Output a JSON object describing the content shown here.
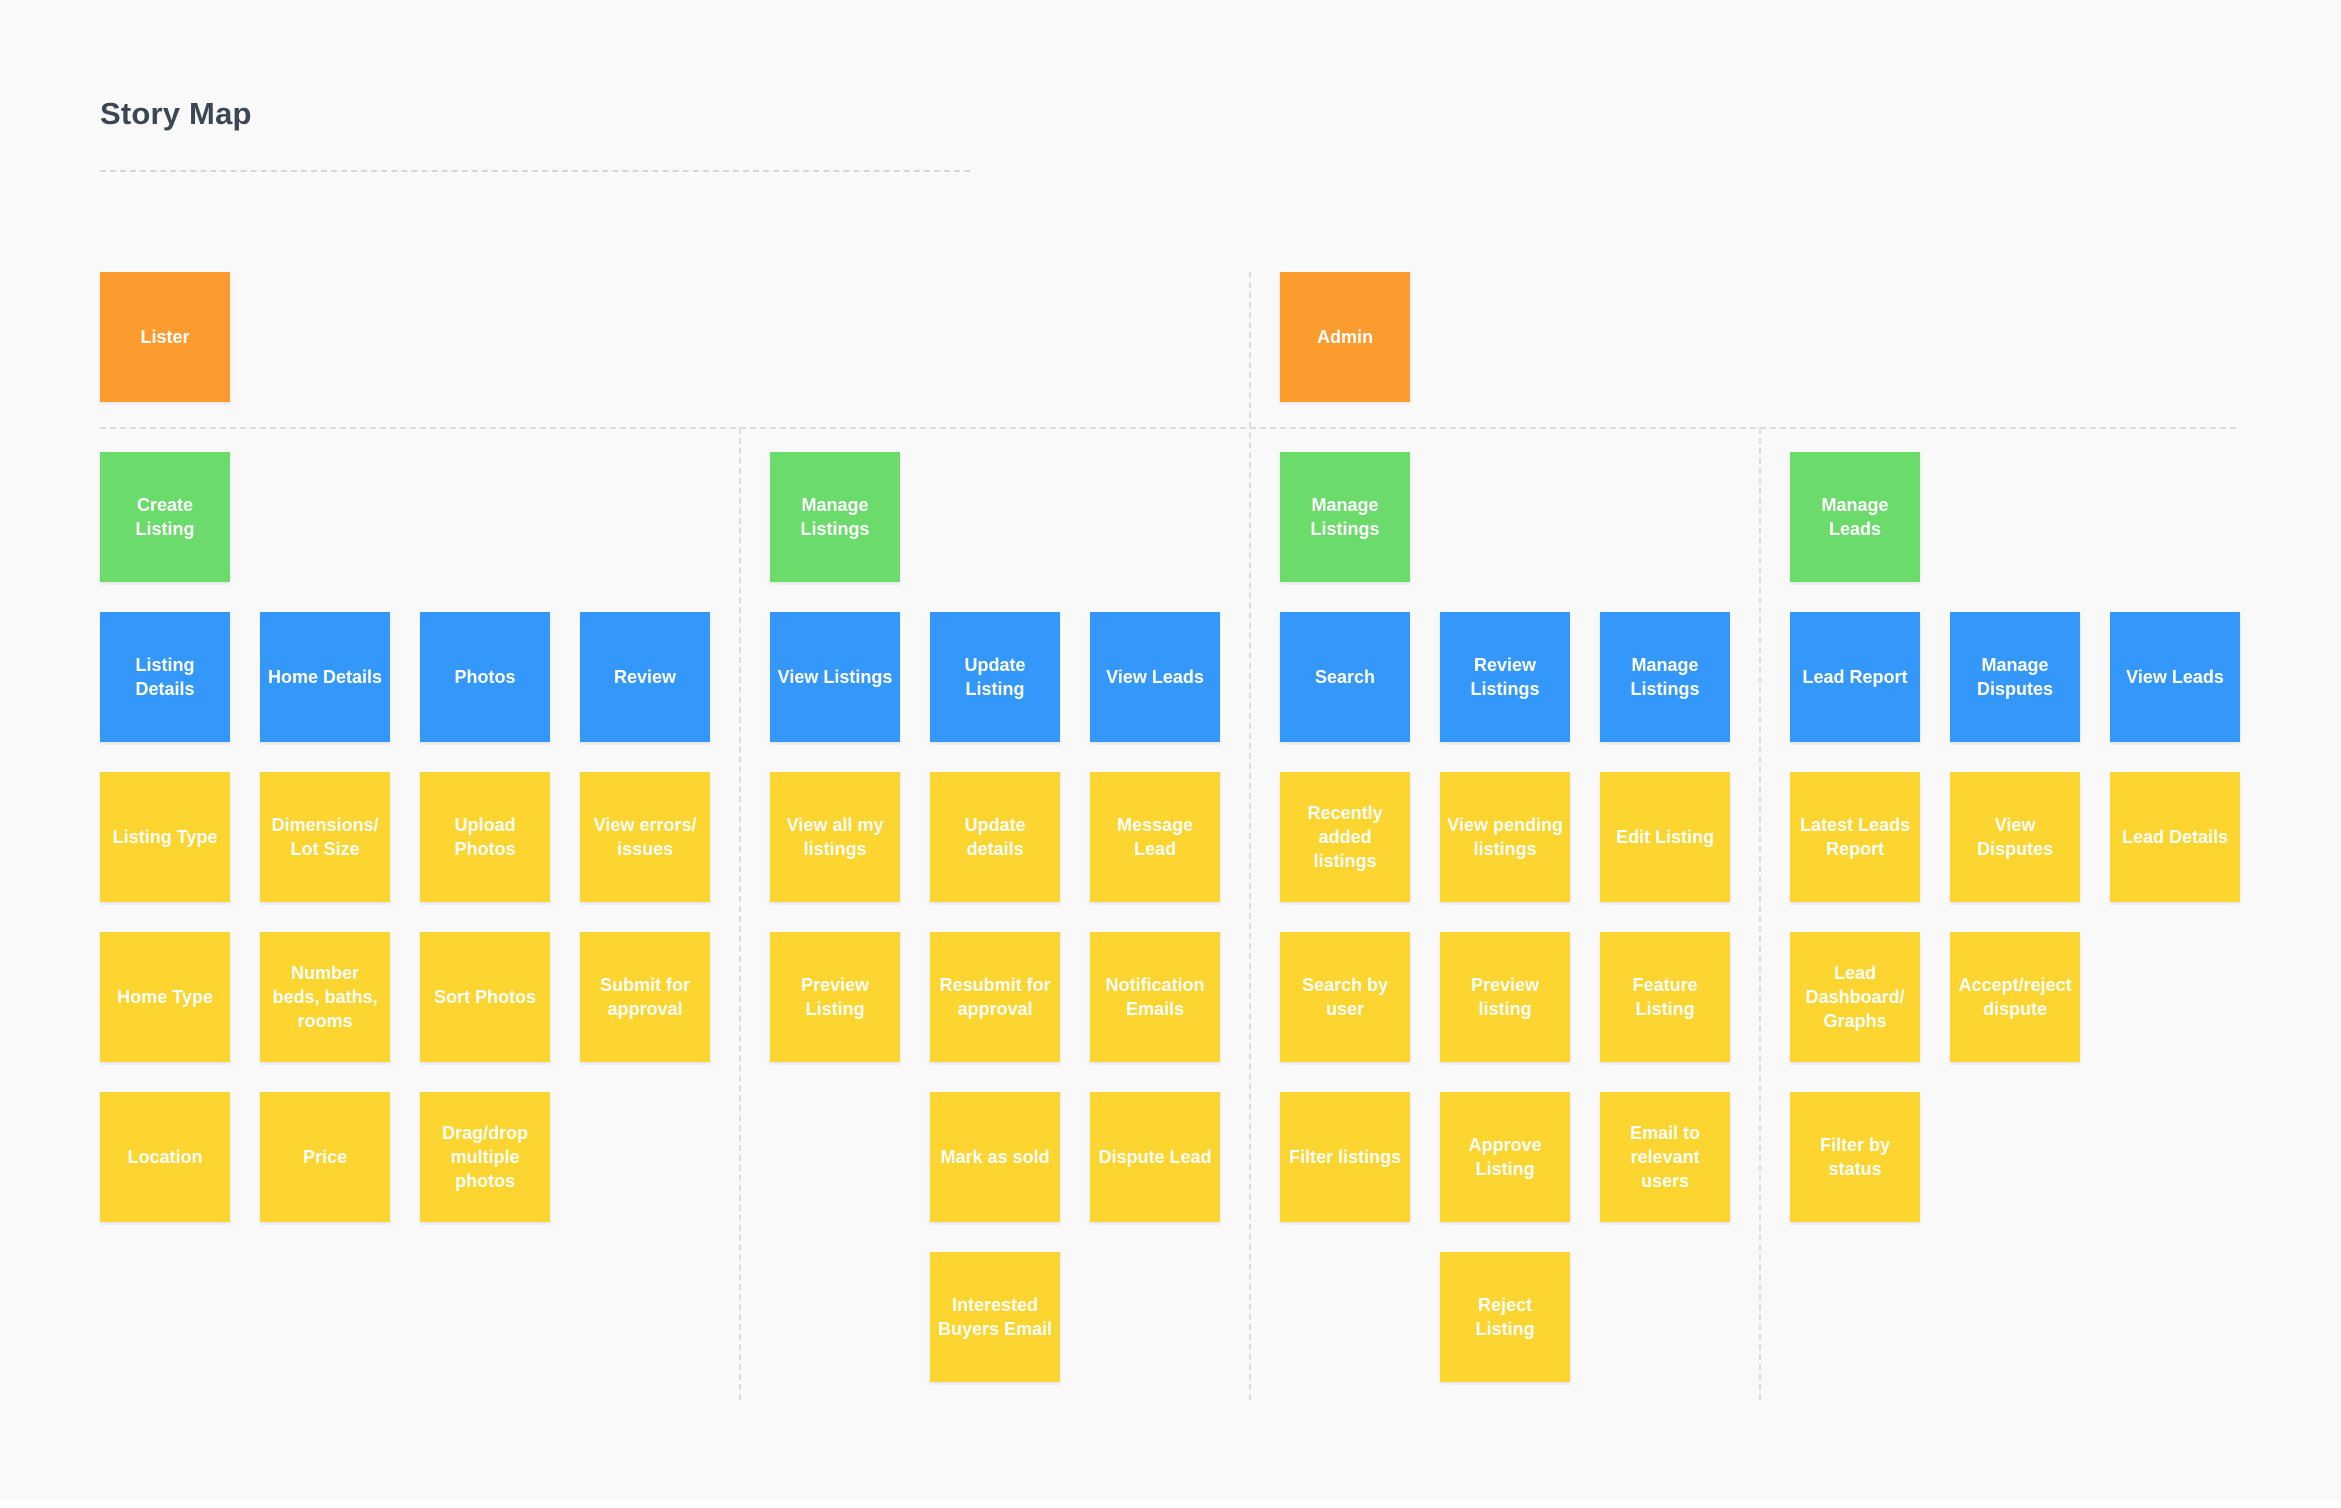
{
  "title": "Story Map",
  "colors": {
    "persona": "#fd9c2e",
    "activity": "#6bdc6b",
    "task": "#3498fb",
    "story": "#fdd530"
  },
  "personas": [
    {
      "label": "Lister"
    },
    {
      "label": "Admin"
    }
  ],
  "activities": [
    {
      "label": "Create Listing"
    },
    {
      "label": "Manage Listings"
    },
    {
      "label": "Manage Listings"
    },
    {
      "label": "Manage Leads"
    }
  ],
  "columns": [
    {
      "task": "Listing Details",
      "stories": [
        "Listing Type",
        "Home Type",
        "Location"
      ]
    },
    {
      "task": "Home Details",
      "stories": [
        "Dimensions/ Lot Size",
        "Number beds, baths, rooms",
        "Price"
      ]
    },
    {
      "task": "Photos",
      "stories": [
        "Upload Photos",
        "Sort Photos",
        "Drag/drop multiple photos"
      ]
    },
    {
      "task": "Review",
      "stories": [
        "View errors/ issues",
        "Submit for approval"
      ]
    },
    {
      "task": "View Listings",
      "stories": [
        "View all my listings",
        "Preview Listing"
      ]
    },
    {
      "task": "Update Listing",
      "stories": [
        "Update details",
        "Resubmit for approval",
        "Mark as sold",
        "Interested Buyers Email"
      ]
    },
    {
      "task": "View Leads",
      "stories": [
        "Message Lead",
        "Notification Emails",
        "Dispute Lead"
      ]
    },
    {
      "task": "Search",
      "stories": [
        "Recently added listings",
        "Search by user",
        "Filter listings"
      ]
    },
    {
      "task": "Review Listings",
      "stories": [
        "View pending listings",
        "Preview listing",
        "Approve Listing",
        "Reject Listing"
      ]
    },
    {
      "task": "Manage Listings",
      "stories": [
        "Edit Listing",
        "Feature Listing",
        "Email to relevant users"
      ]
    },
    {
      "task": "Lead Report",
      "stories": [
        "Latest Leads Report",
        "Lead Dashboard/ Graphs",
        "Filter by status"
      ]
    },
    {
      "task": "Manage Disputes",
      "stories": [
        "View Disputes",
        "Accept/reject dispute"
      ]
    },
    {
      "task": "View Leads",
      "stories": [
        "Lead Details"
      ]
    }
  ]
}
